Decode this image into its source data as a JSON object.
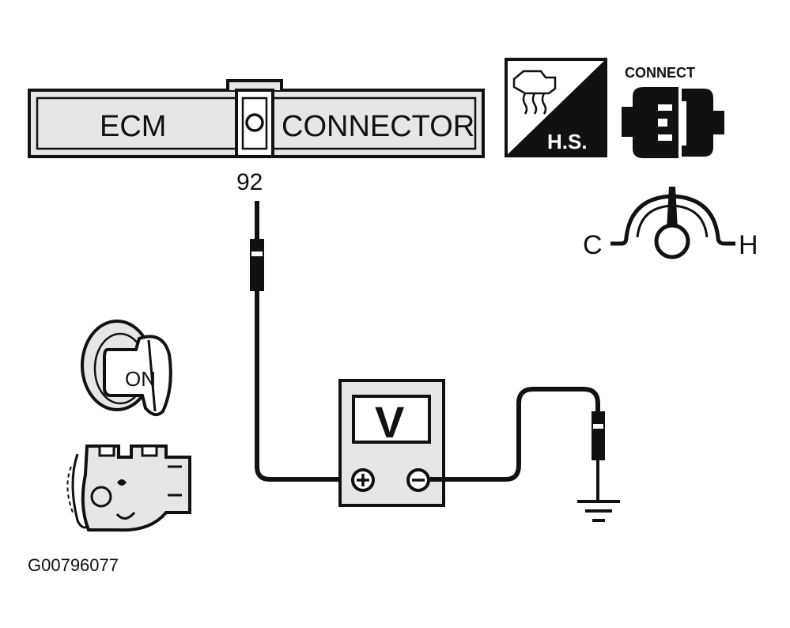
{
  "connector": {
    "left_label": "ECM",
    "right_label": "CONNECTOR",
    "pin_number": "92"
  },
  "hs_icon": {
    "label": "H.S."
  },
  "connect_icon": {
    "label": "CONNECT"
  },
  "temp_gauge": {
    "cold_label": "C",
    "hot_label": "H"
  },
  "ignition_key": {
    "label": "ON"
  },
  "voltmeter": {
    "display": "V"
  },
  "figure_id": "G00796077",
  "colors": {
    "ink": "#111111",
    "paper": "#ffffff",
    "shade": "#e6e6e6"
  }
}
